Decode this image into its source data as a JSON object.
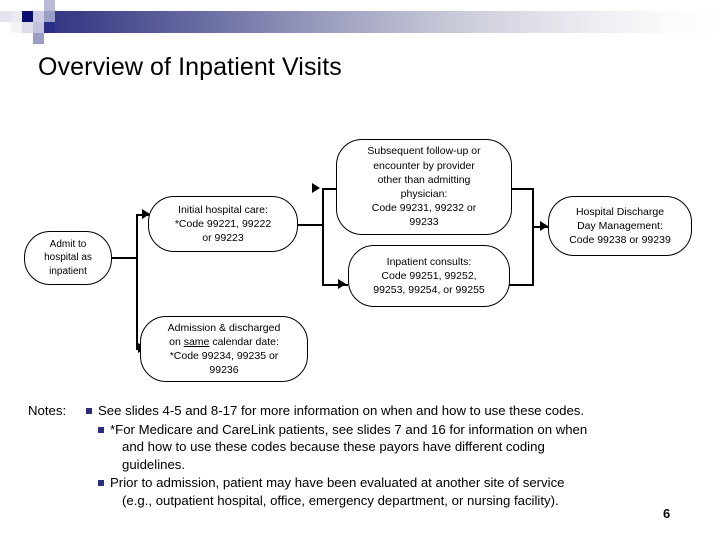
{
  "slide": {
    "title": "Overview of Inpatient Visits",
    "page_number": "6",
    "accent_color": "#2b2e7e"
  },
  "flowchart": {
    "nodes": {
      "admit": {
        "lines": [
          "Admit to",
          "hospital as",
          "inpatient"
        ]
      },
      "initial_hospital_care": {
        "lines": [
          "Initial hospital care:",
          "*Code 99221, 99222",
          "or  99223"
        ]
      },
      "subsequent_followup": {
        "lines": [
          "Subsequent follow-up or",
          "encounter by provider",
          "other than admitting",
          "physician:",
          "Code 99231, 99232 or",
          "99233"
        ]
      },
      "inpatient_consults": {
        "lines": [
          "Inpatient consults:",
          "Code 99251, 99252,",
          "99253, 99254, or 99255"
        ]
      },
      "hospital_discharge": {
        "lines": [
          "Hospital Discharge",
          "Day Management:",
          "Code 99238 or 99239"
        ]
      },
      "same_day_admission": {
        "line1": "Admission & discharged",
        "line2_a": "on ",
        "line2_underlined": "same",
        "line2_b": " calendar date:",
        "line3": "*Code 99234, 99235 or",
        "line4": "99236"
      }
    }
  },
  "notes": {
    "label": "Notes:",
    "items": [
      {
        "text": "See slides 4-5 and 8-17 for more information on when and how to use these codes.",
        "continuations": []
      },
      {
        "text": "*For Medicare and CareLink patients, see slides 7 and 16 for information on when",
        "continuations": [
          "and how to use these codes because these payors have different coding",
          "guidelines."
        ]
      },
      {
        "text": "Prior to admission, patient may have been evaluated at another site of service",
        "continuations": [
          "(e.g., outpatient hospital, office, emergency department, or nursing facility)."
        ]
      }
    ]
  }
}
